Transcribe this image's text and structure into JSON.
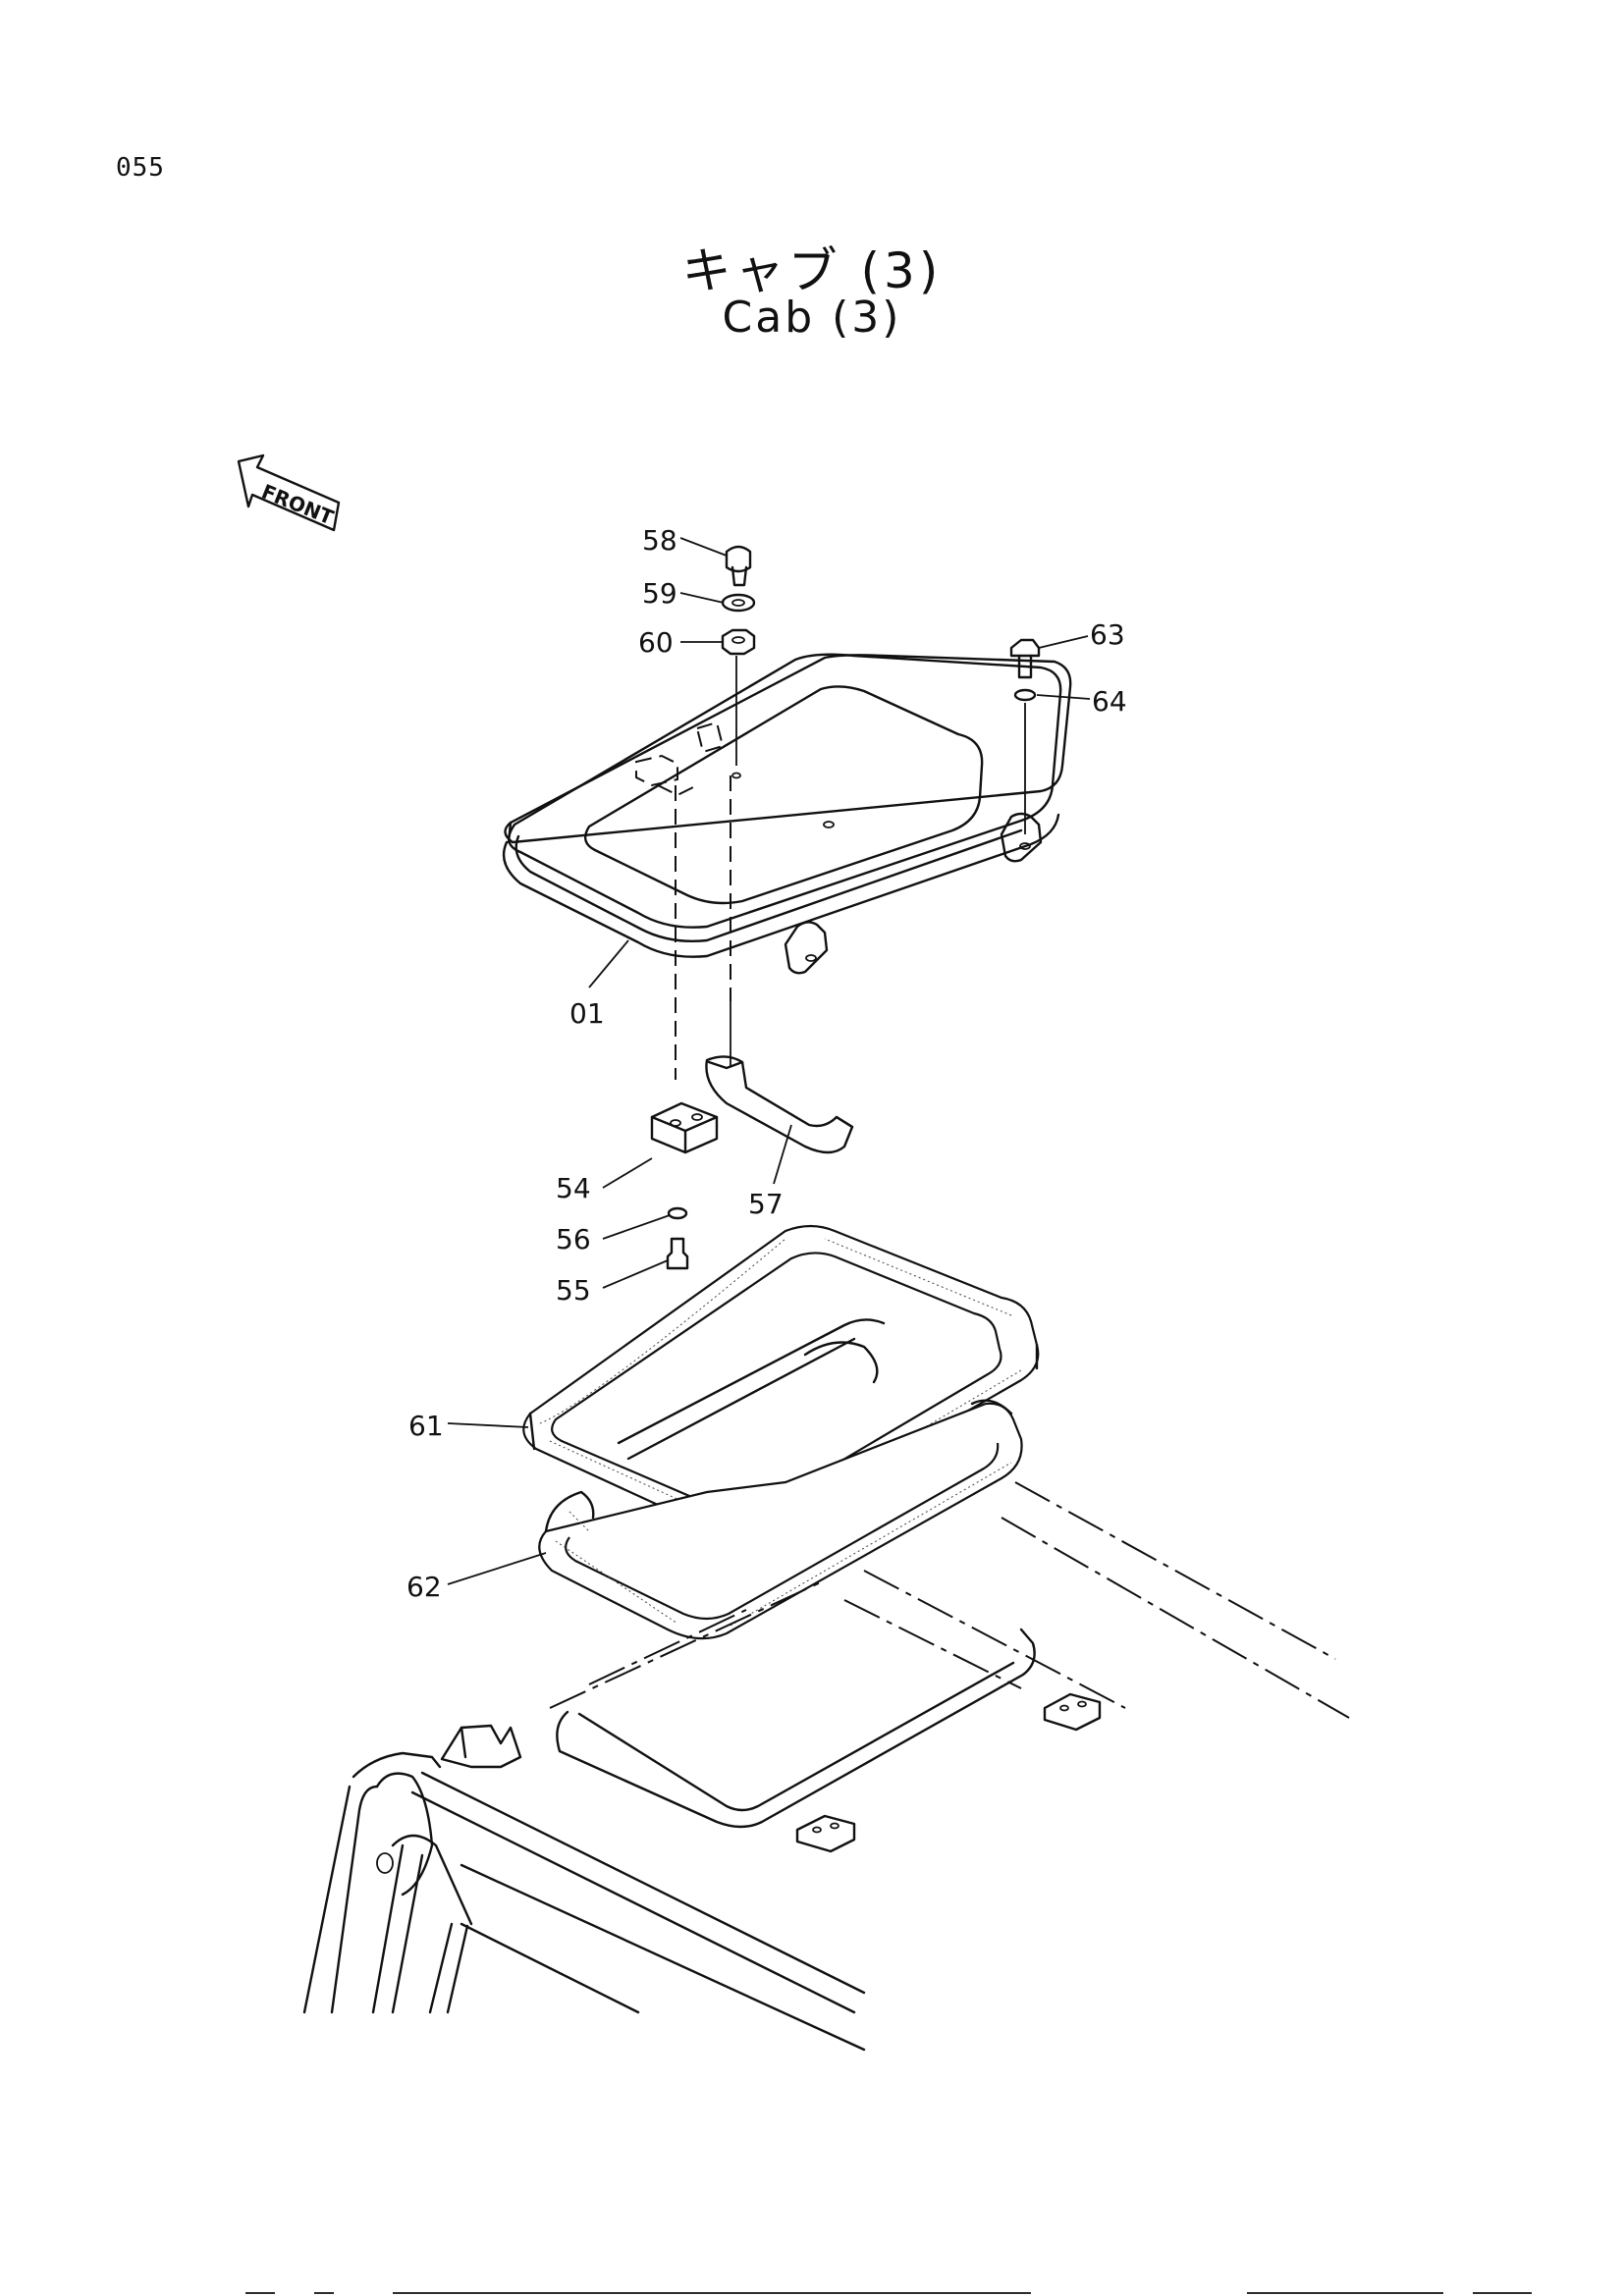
{
  "page_number": "055",
  "title_jp": "キャブ (3)",
  "title_en": "Cab (3)",
  "front_label": "FRONT",
  "callouts": [
    "58",
    "59",
    "60",
    "63",
    "64",
    "01",
    "54",
    "56",
    "55",
    "57",
    "61",
    "62"
  ]
}
